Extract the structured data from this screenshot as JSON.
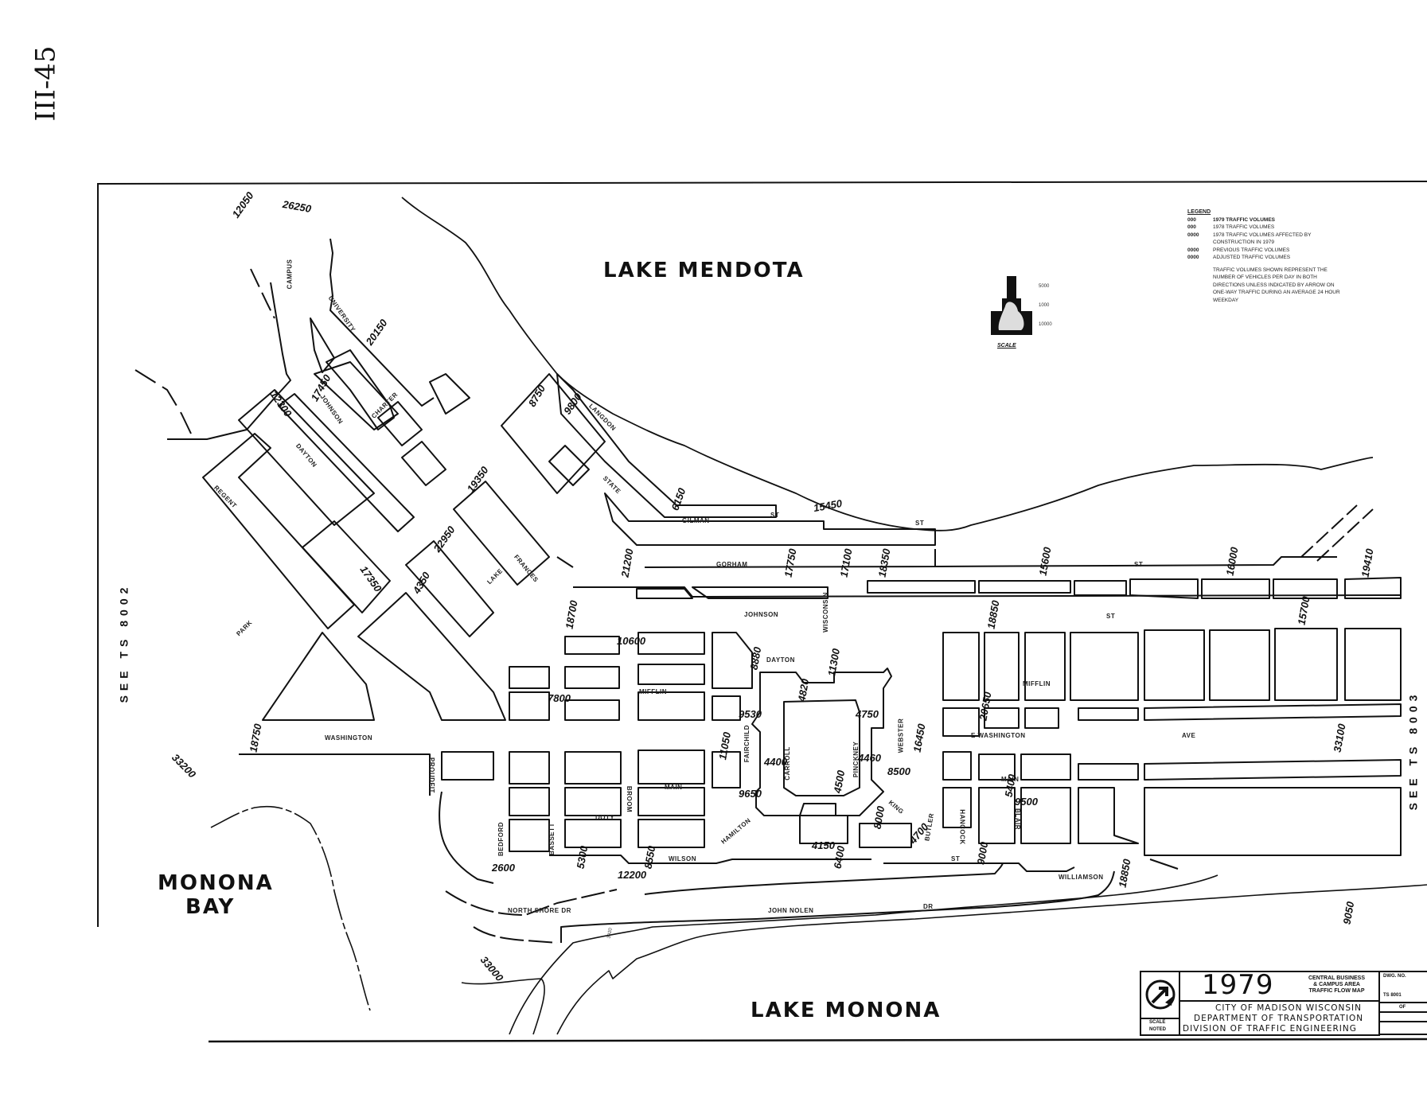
{
  "page_number": "III-45",
  "map": {
    "water_bodies": {
      "lake_mendota": "LAKE  MENDOTA",
      "lake_monona": "LAKE  MONONA",
      "monona_bay_line1": "MONONA",
      "monona_bay_line2": "BAY"
    },
    "side_references": {
      "west": "SEE  TS  8002",
      "east": "SEE  TS  8003"
    },
    "streets": {
      "university": "UNIVERSITY",
      "campus": "CAMPUS",
      "johnson_w": "JOHNSON",
      "dayton_w": "DAYTON",
      "charter": "CHARTER",
      "regent": "REGENT",
      "park": "PARK",
      "langdon": "LANGDON",
      "state": "STATE",
      "lake": "LAKE",
      "frances": "FRANCES",
      "gilman": "GILMAN",
      "gorham": "GORHAM",
      "johnson": "JOHNSON",
      "wisconsin": "WISCONSIN",
      "dayton": "DAYTON",
      "mifflin": "MIFFLIN",
      "washington": "WASHINGTON",
      "e_washington": "E  WASHINGTON",
      "ave": "AVE",
      "main": "MAIN",
      "doty": "DOTY",
      "wilson": "WILSON",
      "broom": "BROOM",
      "bassett": "BASSETT",
      "bedford": "BEDFORD",
      "proudfit": "PROUDFIT",
      "fairchild": "FAIRCHILD",
      "carroll": "CARROLL",
      "pinckney": "PINCKNEY",
      "webster": "WEBSTER",
      "hamilton": "HAMILTON",
      "king": "KING",
      "butler": "BUTLER",
      "hancock": "HANCOCK",
      "blair": "BLAIR",
      "williamson": "WILLIAMSON",
      "north_shore_dr": "NORTH  SHORE  DR",
      "john_nolen": "JOHN      NOLEN",
      "dr": "DR",
      "st": "ST"
    },
    "traffic_volumes": [
      {
        "id": "v12050",
        "value": "12050"
      },
      {
        "id": "v26250",
        "value": "26250"
      },
      {
        "id": "v20150",
        "value": "20150"
      },
      {
        "id": "v17450",
        "value": "17450"
      },
      {
        "id": "v12300",
        "value": "12300"
      },
      {
        "id": "v8750",
        "value": "8750"
      },
      {
        "id": "v9800",
        "value": "9800"
      },
      {
        "id": "v19350",
        "value": "19350"
      },
      {
        "id": "v22950",
        "value": "22950"
      },
      {
        "id": "v17350",
        "value": "17350"
      },
      {
        "id": "v4350",
        "value": "4350"
      },
      {
        "id": "v6150",
        "value": "6150"
      },
      {
        "id": "v15450",
        "value": "15450"
      },
      {
        "id": "v21200",
        "value": "21200"
      },
      {
        "id": "v17750",
        "value": "17750"
      },
      {
        "id": "v17100",
        "value": "17100"
      },
      {
        "id": "v18350",
        "value": "18350"
      },
      {
        "id": "v15600",
        "value": "15600"
      },
      {
        "id": "v16000",
        "value": "16000"
      },
      {
        "id": "v19410",
        "value": "19410"
      },
      {
        "id": "v18700",
        "value": "18700"
      },
      {
        "id": "v18850",
        "value": "18850"
      },
      {
        "id": "v15700",
        "value": "15700"
      },
      {
        "id": "v10600",
        "value": "10600"
      },
      {
        "id": "v8880",
        "value": "8880"
      },
      {
        "id": "v11300",
        "value": "11300"
      },
      {
        "id": "v4820",
        "value": "4820"
      },
      {
        "id": "v4750",
        "value": "4750"
      },
      {
        "id": "v7800",
        "value": "7800"
      },
      {
        "id": "v9530",
        "value": "9530"
      },
      {
        "id": "v11050",
        "value": "11050"
      },
      {
        "id": "v16450",
        "value": "16450"
      },
      {
        "id": "v20650",
        "value": "20650"
      },
      {
        "id": "v18750",
        "value": "18750"
      },
      {
        "id": "v33200",
        "value": "33200"
      },
      {
        "id": "v33100",
        "value": "33100"
      },
      {
        "id": "v4400",
        "value": "4400"
      },
      {
        "id": "v4460",
        "value": "4460"
      },
      {
        "id": "v8500",
        "value": "8500"
      },
      {
        "id": "v4500",
        "value": "4500"
      },
      {
        "id": "v9650",
        "value": "9650"
      },
      {
        "id": "v8000",
        "value": "8000"
      },
      {
        "id": "v4700",
        "value": "4700"
      },
      {
        "id": "v4150",
        "value": "4150"
      },
      {
        "id": "v6400",
        "value": "6400"
      },
      {
        "id": "v5400",
        "value": "5400"
      },
      {
        "id": "v9500",
        "value": "9500"
      },
      {
        "id": "v9000",
        "value": "9000"
      },
      {
        "id": "v2600",
        "value": "2600"
      },
      {
        "id": "v5300",
        "value": "5300"
      },
      {
        "id": "v8550",
        "value": "8550"
      },
      {
        "id": "v12200",
        "value": "12200"
      },
      {
        "id": "v18850b",
        "value": "18850"
      },
      {
        "id": "v9050",
        "value": "9050"
      },
      {
        "id": "v33000",
        "value": "33000"
      },
      {
        "id": "v3920",
        "value": "3920"
      }
    ]
  },
  "legend": {
    "title": "LEGEND",
    "items": [
      {
        "symbol": "000",
        "label": "1979  TRAFFIC  VOLUMES"
      },
      {
        "symbol": "000",
        "label": "1978  TRAFFIC  VOLUMES"
      },
      {
        "symbol": "0000",
        "label": "1978  TRAFFIC  VOLUMES  AFFECTED  BY  CONSTRUCTION  IN  1979"
      },
      {
        "symbol": "0000",
        "label": "PREVIOUS  TRAFFIC  VOLUMES"
      },
      {
        "symbol": "0000",
        "label": "ADJUSTED  TRAFFIC  VOLUMES"
      }
    ],
    "note": "TRAFFIC  VOLUMES  SHOWN  REPRESENT  THE  NUMBER  OF  VEHICLES  PER  DAY  IN  BOTH  DIRECTIONS  UNLESS  INDICATED  BY  ARROW  ON  ONE-WAY  TRAFFIC  DURING  AN  AVERAGE  24  HOUR  WEEKDAY"
  },
  "scale": {
    "label": "SCALE",
    "values": [
      "5000",
      "1000",
      "10000"
    ]
  },
  "title_block": {
    "year": "1979",
    "subtitle_lines": [
      "CENTRAL  BUSINESS",
      "&  CAMPUS  AREA",
      "TRAFFIC  FLOW  MAP"
    ],
    "org_line1": "CITY  OF  MADISON  WISCONSIN",
    "org_line2": "DEPARTMENT  OF  TRANSPORTATION",
    "org_line3": "DIVISION  OF  TRAFFIC  ENGINEERING",
    "scale_label_1": "SCALE",
    "scale_label_2": "NOTED",
    "dwg_label": "DWG. NO.",
    "dwg_number": "TS 8001",
    "sheet_of": "OF"
  }
}
